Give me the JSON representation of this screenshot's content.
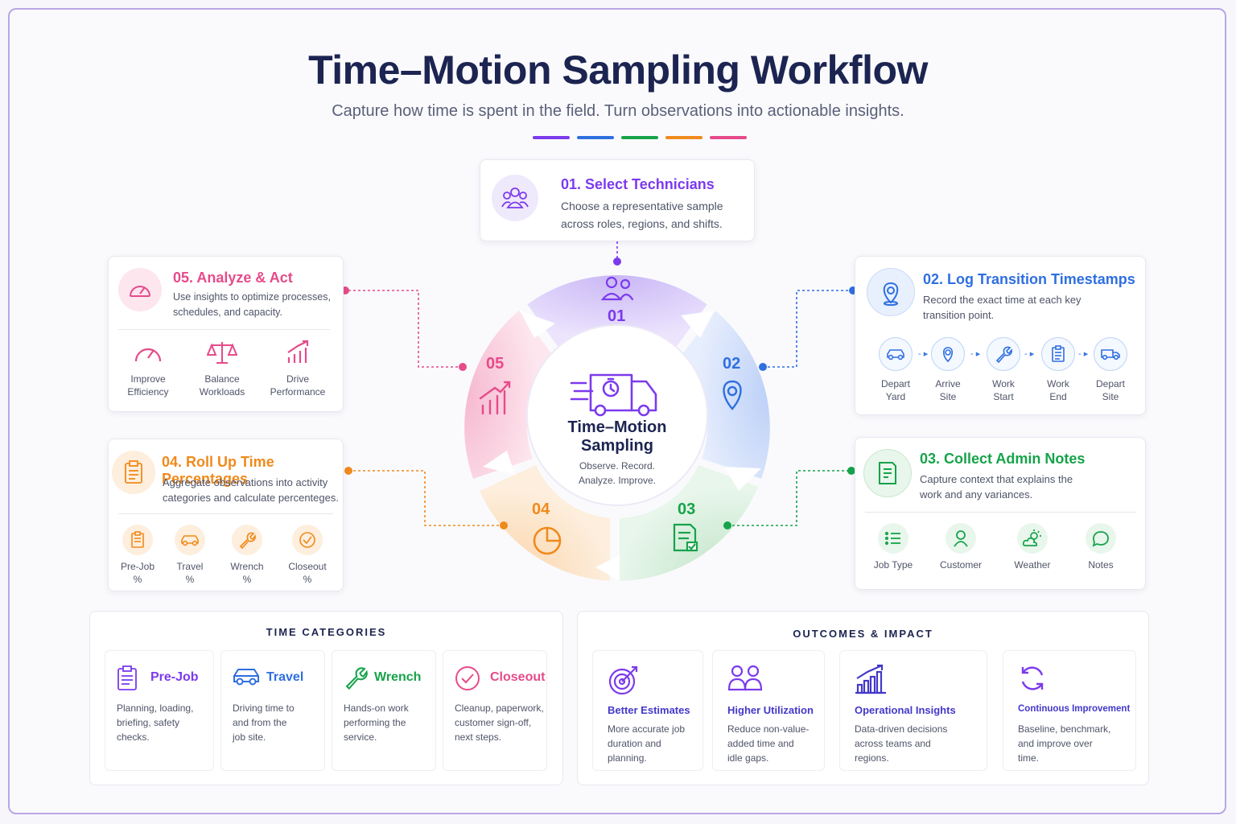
{
  "header": {
    "title": "Time–Motion Sampling Workflow",
    "subtitle": "Capture how time is spent in the field. Turn observations into actionable insights."
  },
  "colors": {
    "purple": "#7c3aed",
    "blue": "#2f6fe0",
    "green": "#16a34a",
    "orange": "#f08a1c",
    "pink": "#e64b8a",
    "navy": "#1c2451"
  },
  "center": {
    "title_line1": "Time–Motion",
    "title_line2": "Sampling",
    "sub_line1": "Observe. Record.",
    "sub_line2": "Analyze. Improve.",
    "icon": "truck-stopwatch-icon"
  },
  "cycle": {
    "n1": "01",
    "n2": "02",
    "n3": "03",
    "n4": "04",
    "n5": "05"
  },
  "step1": {
    "title": "01. Select Technicians",
    "desc_line1": "Choose a representative sample",
    "desc_line2": "across roles, regions, and shifts.",
    "icon": "people-group-icon"
  },
  "step2": {
    "title": "02. Log Transition Timestamps",
    "desc_line1": "Record the exact time at each key",
    "desc_line2": "transition point.",
    "icon": "location-pin-icon",
    "timeline": [
      {
        "l1": "Depart",
        "l2": "Yard",
        "icon": "car-icon"
      },
      {
        "l1": "Arrive",
        "l2": "Site",
        "icon": "location-pin-icon"
      },
      {
        "l1": "Work",
        "l2": "Start",
        "icon": "wrench-icon"
      },
      {
        "l1": "Work",
        "l2": "End",
        "icon": "clipboard-icon"
      },
      {
        "l1": "Depart",
        "l2": "Site",
        "icon": "van-icon"
      }
    ]
  },
  "step3": {
    "title": "03. Collect Admin Notes",
    "desc_line1": "Capture context that explains the",
    "desc_line2": "work and any variances.",
    "icon": "document-note-icon",
    "items": [
      {
        "label": "Job Type",
        "icon": "list-icon"
      },
      {
        "label": "Customer",
        "icon": "person-icon"
      },
      {
        "label": "Weather",
        "icon": "weather-icon"
      },
      {
        "label": "Notes",
        "icon": "chat-bubble-icon"
      }
    ]
  },
  "step4": {
    "title": "04. Roll Up Time Percentages",
    "desc_line1": "Aggregate observations into activity",
    "desc_line2": "categories and calculate percenteges.",
    "icon": "clipboard-list-icon",
    "items": [
      {
        "l1": "Pre-Job",
        "l2": "%",
        "icon": "clipboard-icon"
      },
      {
        "l1": "Travel",
        "l2": "%",
        "icon": "car-icon"
      },
      {
        "l1": "Wrench",
        "l2": "%",
        "icon": "wrench-icon"
      },
      {
        "l1": "Closeout",
        "l2": "%",
        "icon": "check-circle-icon"
      }
    ]
  },
  "step5": {
    "title": "05. Analyze & Act",
    "desc_line1": "Use insights to optimize processes,",
    "desc_line2": "schedules, and capacity.",
    "icon": "gauge-icon",
    "items": [
      {
        "l1": "Improve",
        "l2": "Efficiency",
        "icon": "gauge-icon"
      },
      {
        "l1": "Balance",
        "l2": "Workloads",
        "icon": "scale-icon"
      },
      {
        "l1": "Drive",
        "l2": "Performance",
        "icon": "bar-chart-up-icon"
      }
    ]
  },
  "time_categories": {
    "title": "TIME CATEGORIES",
    "items": [
      {
        "label": "Pre-Job",
        "d1": "Planning, loading,",
        "d2": "briefing, safety",
        "d3": "checks.",
        "icon": "clipboard-icon"
      },
      {
        "label": "Travel",
        "d1": "Driving time to",
        "d2": "and from the",
        "d3": "job site.",
        "icon": "car-icon"
      },
      {
        "label": "Wrench",
        "d1": "Hands-on work",
        "d2": "performing the",
        "d3": "service.",
        "icon": "wrench-icon"
      },
      {
        "label": "Closeout",
        "d1": "Cleanup, paperwork,",
        "d2": "customer sign-off,",
        "d3": "next steps.",
        "icon": "check-circle-icon"
      }
    ]
  },
  "outcomes": {
    "title": "OUTCOMES & IMPACT",
    "items": [
      {
        "label": "Better Estimates",
        "d1": "More accurate job",
        "d2": "duration and",
        "d3": "planning.",
        "icon": "target-icon"
      },
      {
        "label": "Higher Utilization",
        "d1": "Reduce non-value-",
        "d2": "added time and",
        "d3": "idle gaps.",
        "icon": "people-icon"
      },
      {
        "label": "Operational Insights",
        "d1": "Data-driven decisions",
        "d2": "across teams and",
        "d3": "regions.",
        "icon": "bar-chart-icon"
      },
      {
        "label": "Continuous Improvement",
        "d1": "Baseline, benchmark,",
        "d2": "and improve over",
        "d3": "time.",
        "icon": "refresh-icon"
      }
    ]
  }
}
